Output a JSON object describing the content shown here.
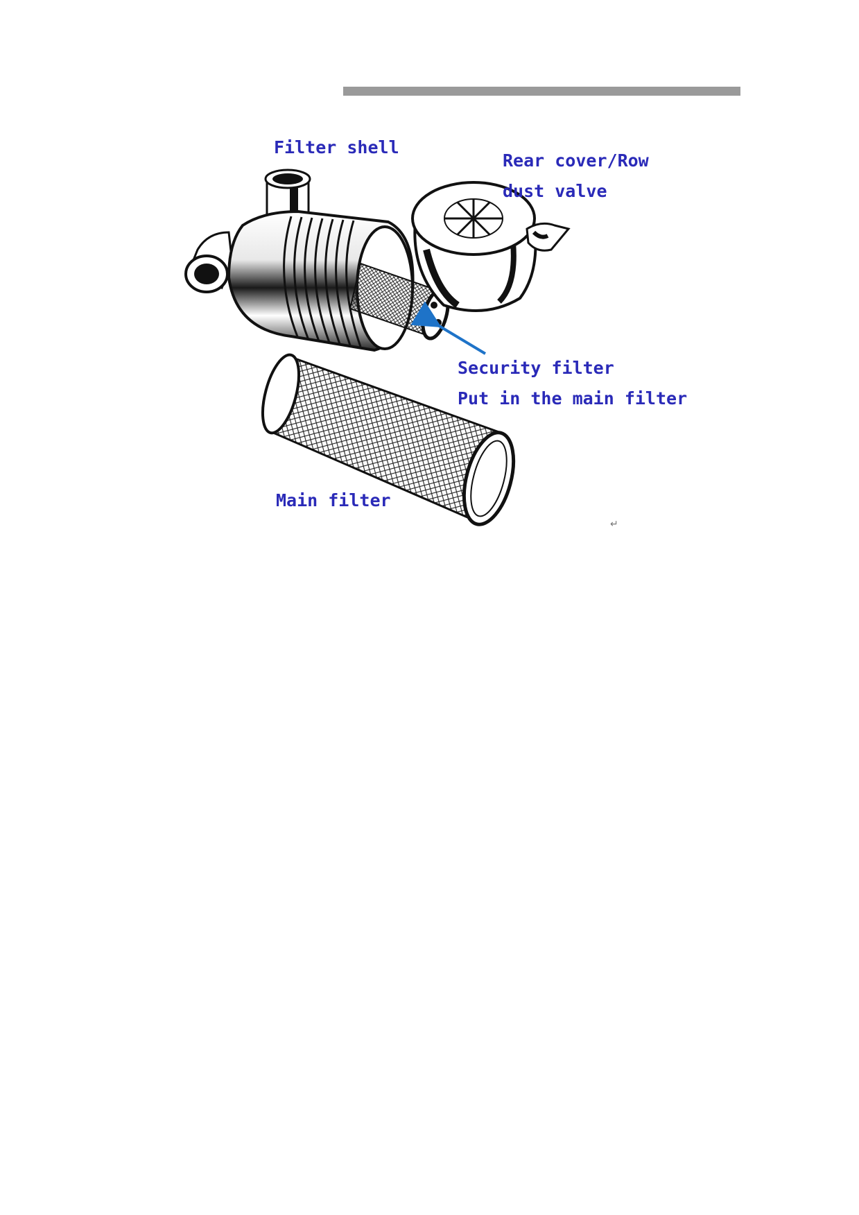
{
  "labels": {
    "filter_shell": "Filter shell",
    "rear_cover_line1": "Rear cover/Row",
    "rear_cover_line2": "dust valve",
    "security_filter_line1": "Security filter",
    "security_filter_line2": "Put in the main filter",
    "main_filter": "Main filter"
  },
  "paragraph_mark": "↵",
  "colors": {
    "label_text": "#2a2ab8",
    "arrow": "#1e73c8",
    "header_rule": "#9a9a9a",
    "ink": "#111111"
  },
  "icons": {
    "arrow": "arrow-up-left-icon"
  }
}
